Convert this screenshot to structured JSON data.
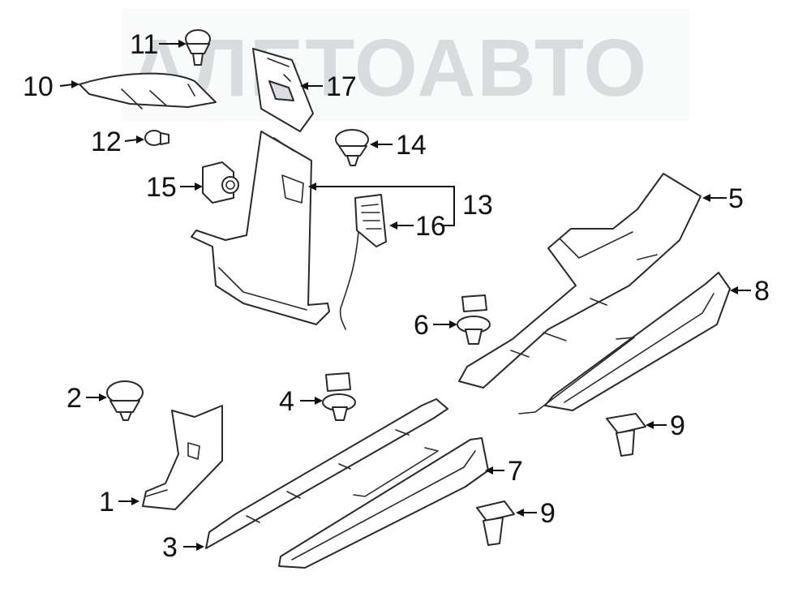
{
  "watermark": {
    "text": "АЛЕТОАВТО"
  },
  "callouts": {
    "c1": "1",
    "c2": "2",
    "c3": "3",
    "c4": "4",
    "c5": "5",
    "c6": "6",
    "c7": "7",
    "c8": "8",
    "c9a": "9",
    "c9b": "9",
    "c10": "10",
    "c11": "11",
    "c12": "12",
    "c13": "13",
    "c14": "14",
    "c15": "15",
    "c16": "16",
    "c17": "17"
  }
}
